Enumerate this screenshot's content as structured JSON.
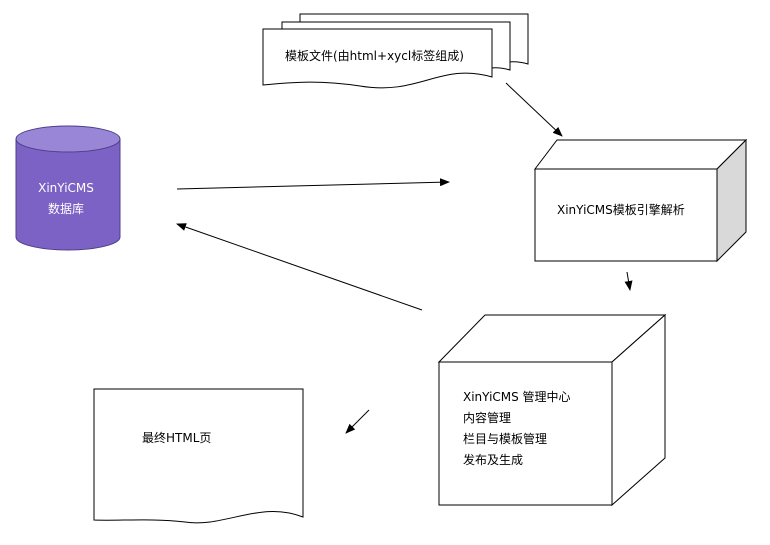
{
  "template_doc": {
    "label": "模板文件(由html+xycl标签组成)"
  },
  "engine": {
    "label": "XinYiCMS模板引擎解析"
  },
  "database": {
    "line1": "XinYiCMS",
    "line2": "数据库",
    "color": "#7b62c4",
    "top_color": "#9a86d6"
  },
  "admin": {
    "lines": [
      "XinYiCMS 管理中心",
      "内容管理",
      "栏目与模板管理",
      "发布及生成"
    ]
  },
  "output_doc": {
    "label": "最终HTML页"
  }
}
